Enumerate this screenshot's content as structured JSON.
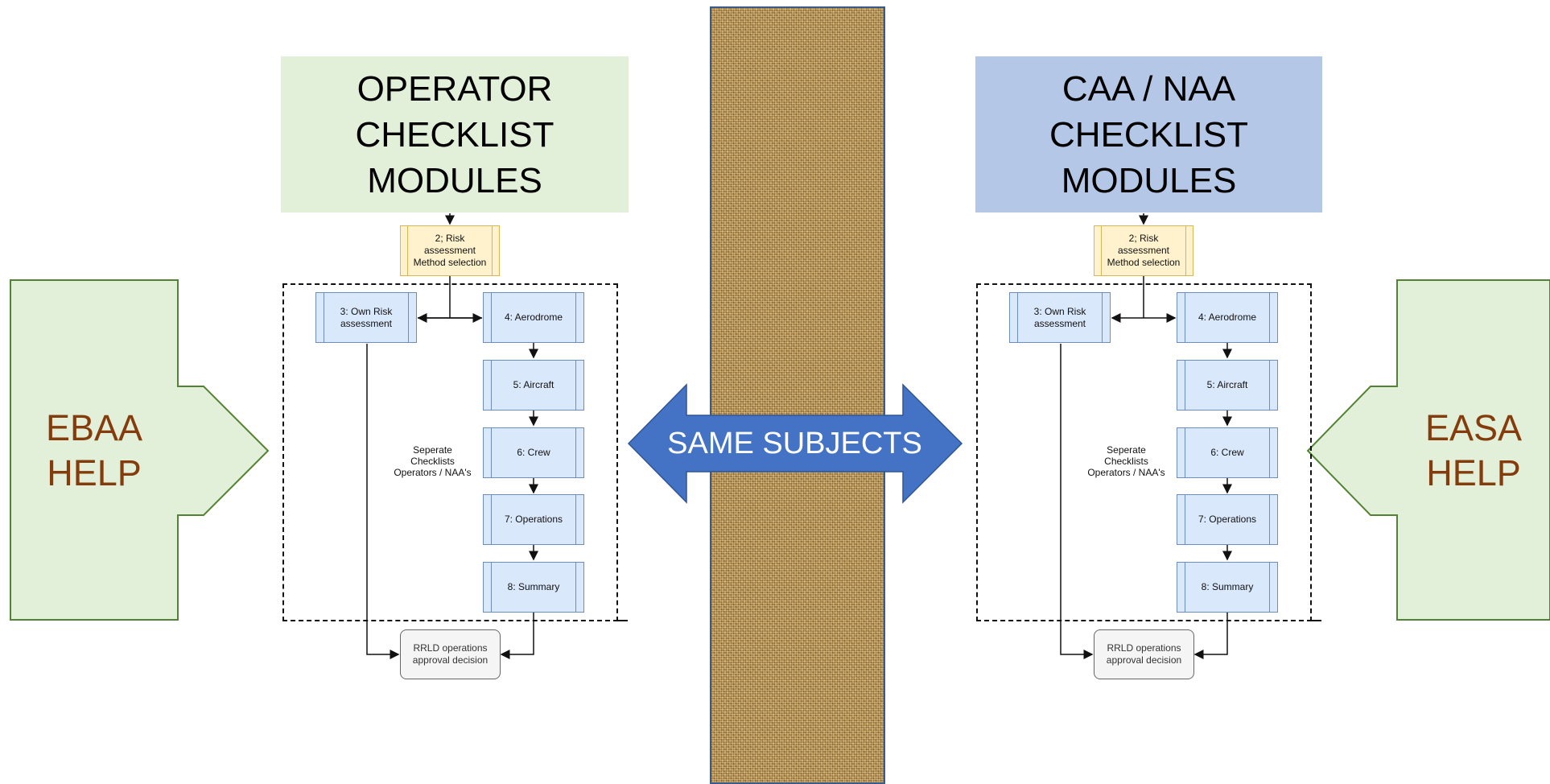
{
  "operator_panel": {
    "header_lines": [
      "OPERATOR",
      "CHECKLIST",
      "MODULES"
    ],
    "header_color": "#e2efd9"
  },
  "caa_panel": {
    "header_lines": [
      "CAA / NAA",
      "CHECKLIST",
      "MODULES"
    ],
    "header_color": "#b4c7e7"
  },
  "flowchart": {
    "risk": [
      "2; Risk",
      "assessment",
      "Method selection"
    ],
    "own_risk": [
      "3: Own Risk",
      "assessment"
    ],
    "aerodrome": "4: Aerodrome",
    "aircraft": "5: Aircraft",
    "crew": "6: Crew",
    "operations": "7: Operations",
    "summary": "8: Summary",
    "note": [
      "Seperate",
      "Checklists",
      "Operators / NAA's"
    ],
    "decision": [
      "RRLD operations",
      "approval decision"
    ]
  },
  "center": {
    "label": "SAME SUBJECTS",
    "arrow_color": "#4472c4"
  },
  "left_help": {
    "lines": [
      "EBAA",
      "HELP"
    ],
    "text_color": "#843c0c"
  },
  "right_help": {
    "lines": [
      "EASA",
      "HELP"
    ],
    "text_color": "#843c0c"
  },
  "help_fill": "#e2efd9",
  "help_stroke": "#548235"
}
